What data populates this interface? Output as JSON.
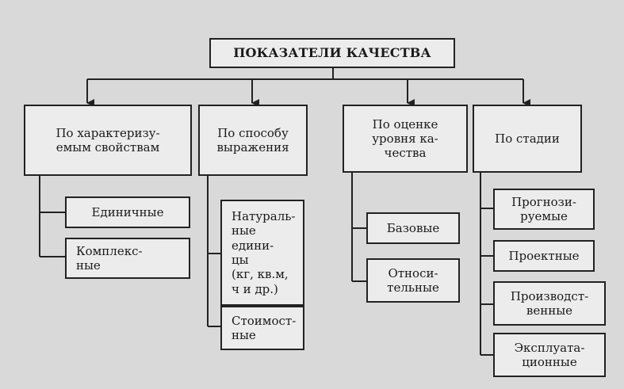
{
  "diagram": {
    "title": "ПОКАЗАТЕЛИ КАЧЕСТВА",
    "categories": [
      {
        "label": "По характеризу-\nемым свойствам",
        "items": [
          "Единичные",
          "Комплекс-\nные"
        ]
      },
      {
        "label": "По способу\nвыражения",
        "items": [
          "Натураль-\nные едини-\nцы\n(кг, кв.м,\nч и др.)",
          "Стоимост-\nные"
        ]
      },
      {
        "label": "По оценке\nуровня ка-\nчества",
        "items": [
          "Базовые",
          "Относи-\nтельные"
        ]
      },
      {
        "label": "По стадии",
        "items": [
          "Прогнози-\nруемые",
          "Проектные",
          "Производст-\nвенные",
          "Эксплуата-\nционные"
        ]
      }
    ]
  },
  "colors": {
    "background": "#d9d9d9",
    "box_fill": "#ececec",
    "line": "#222222"
  }
}
